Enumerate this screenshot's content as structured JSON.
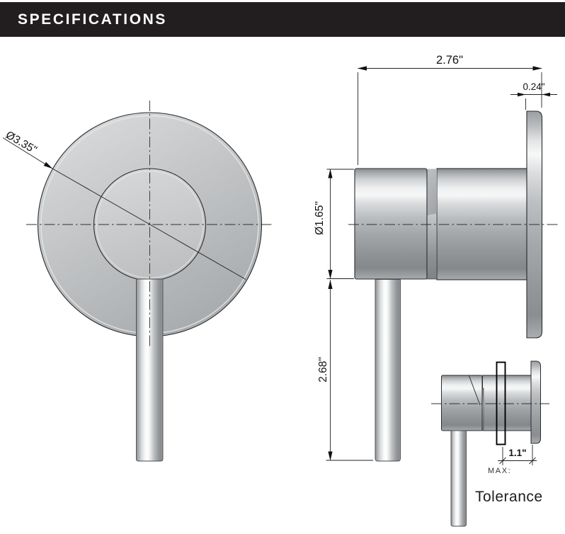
{
  "header": {
    "title": "SPECIFICATIONS"
  },
  "front_view": {
    "name": "front view of shower mixer plate",
    "diameter_label": "Ø3.35\""
  },
  "side_view": {
    "name": "side view of shower mixer",
    "depth_label": "2.76\"",
    "flange_thickness_label": "0.24\"",
    "body_diameter_label": "Ø1.65\"",
    "handle_length_label": "2.68\""
  },
  "detail_view": {
    "name": "wall tolerance detail view",
    "wall_range_label": "1.1\"",
    "max_label": "MAX:",
    "tolerance_label": "Tolerance"
  },
  "colors": {
    "header_bg": "#221e1f",
    "header_text": "#ffffff",
    "line": "#1a1a1a",
    "metal_light": "#f2f3f4",
    "metal_mid": "#b4b7ba",
    "metal_dark": "#8a8d90"
  }
}
